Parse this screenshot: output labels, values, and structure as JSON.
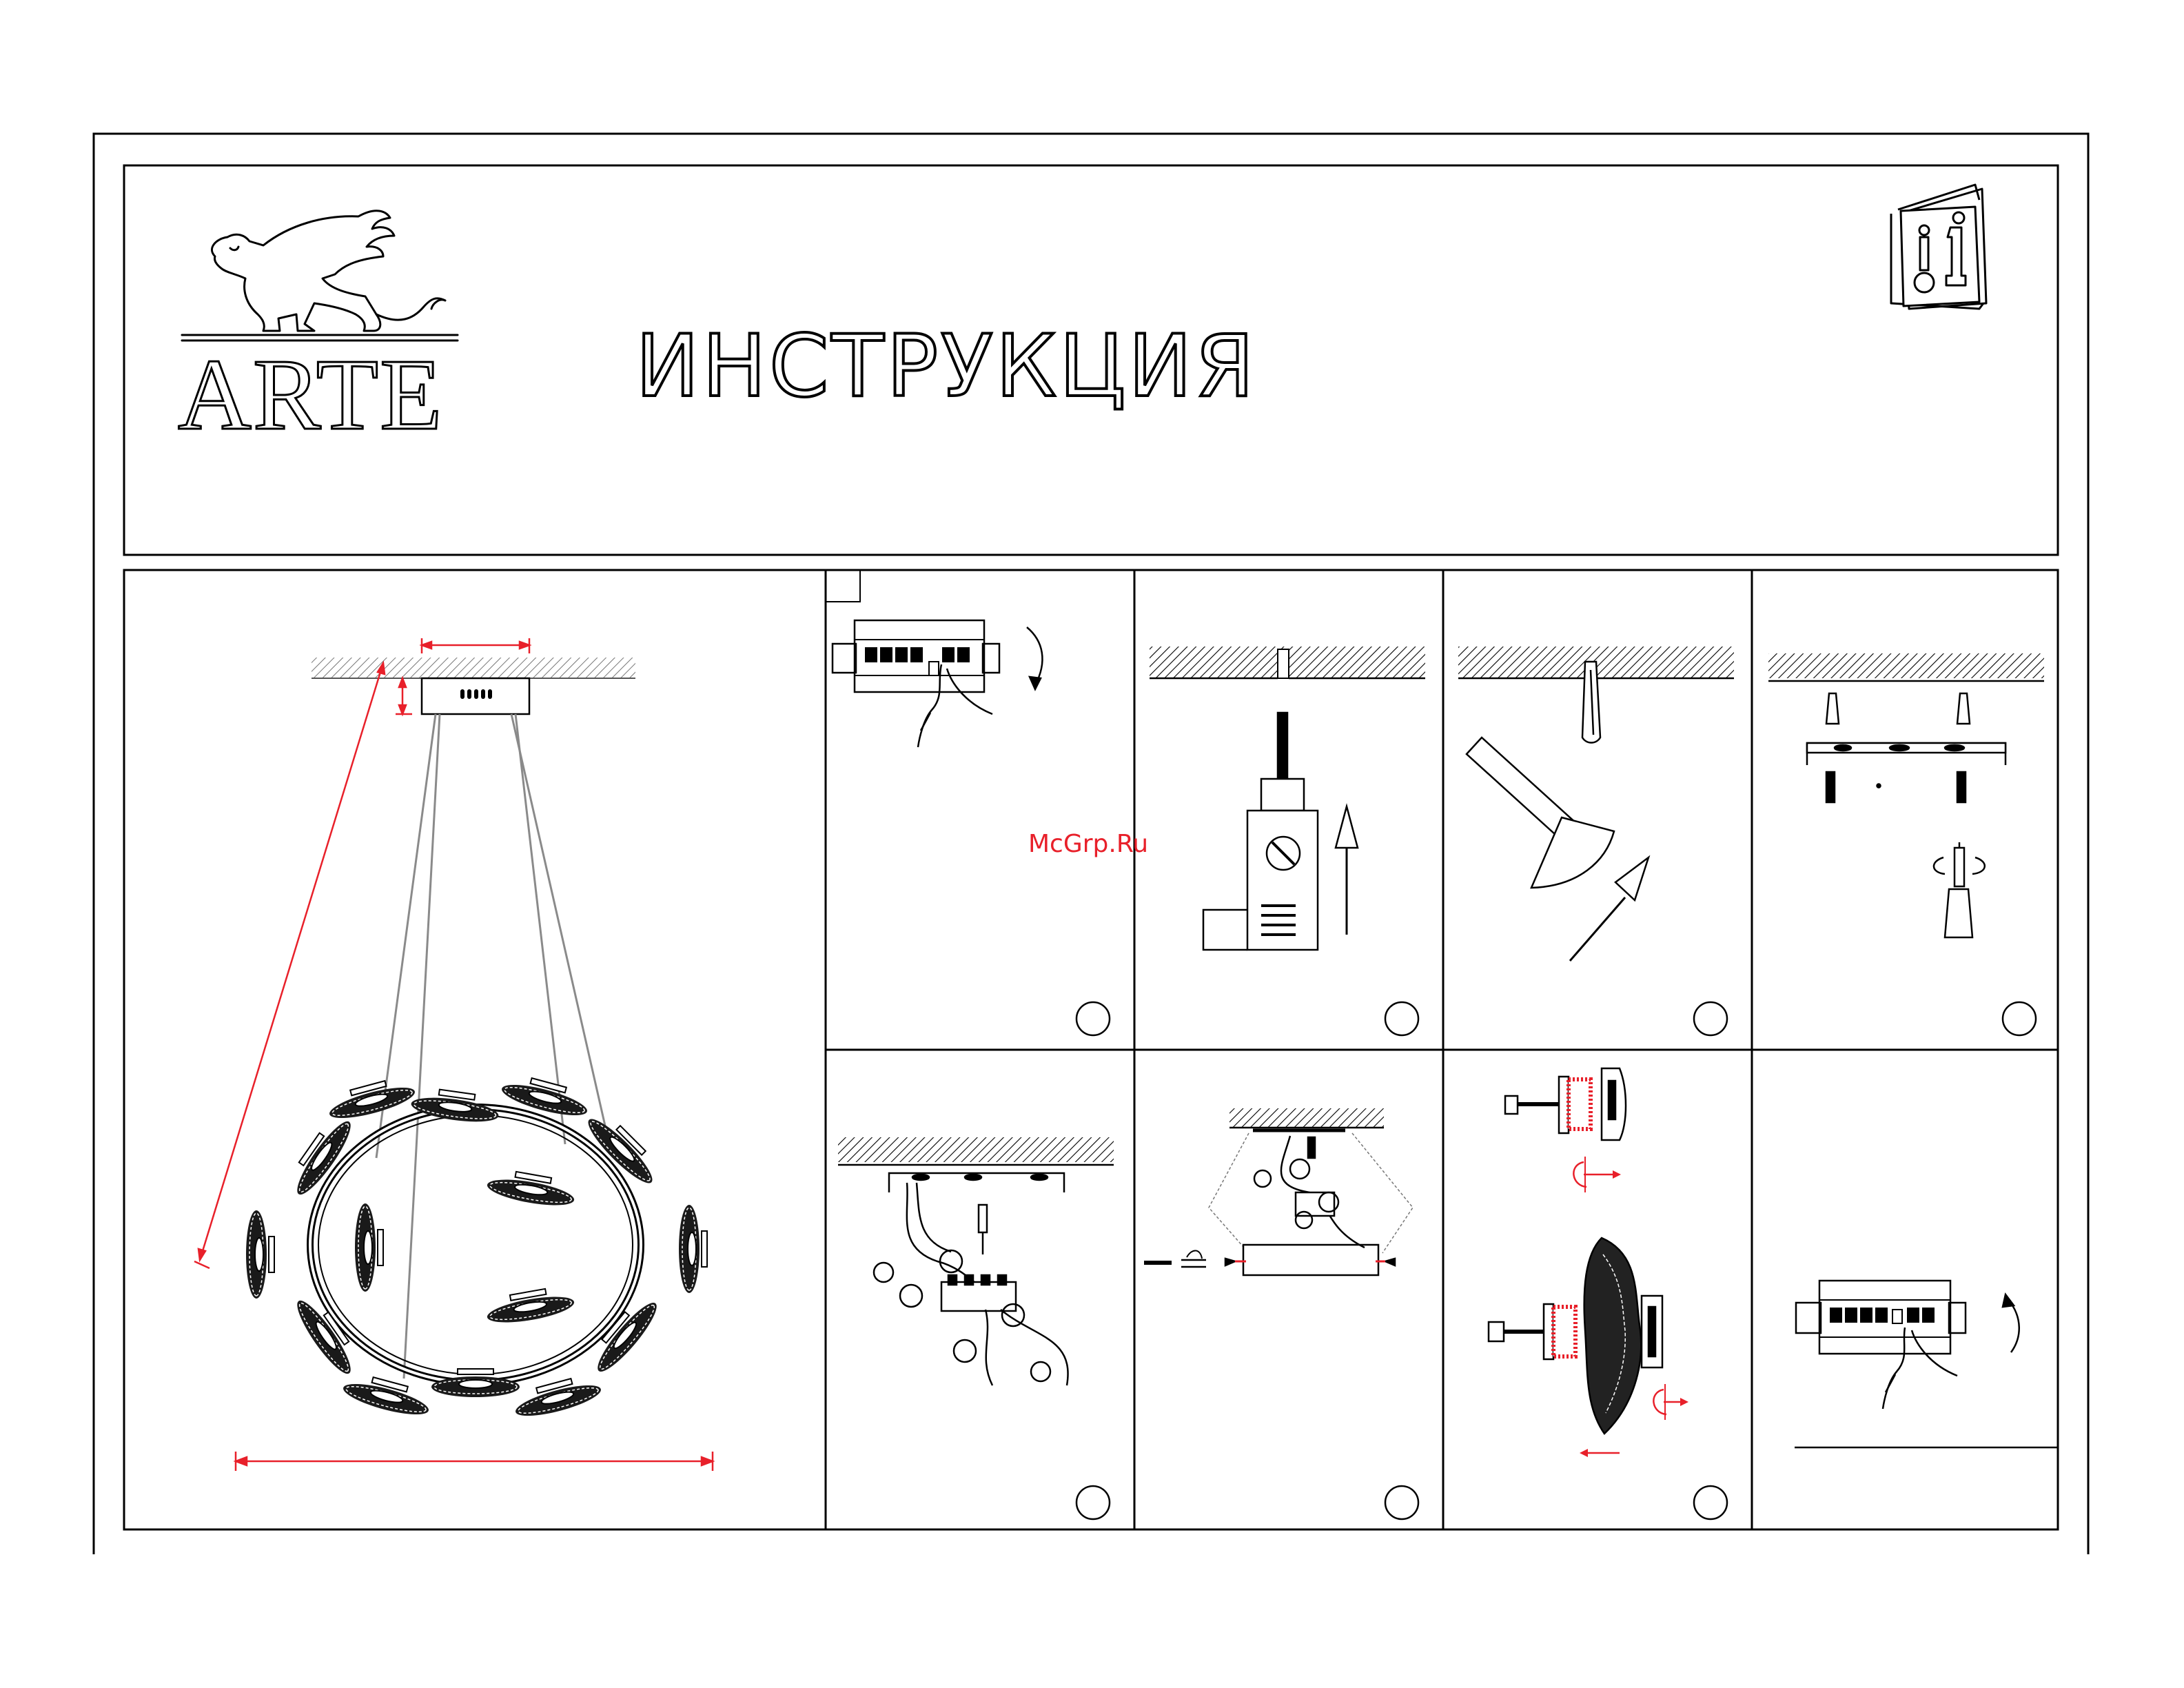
{
  "header": {
    "brand": "ARTE",
    "title": "ИНСТРУКЦИЯ"
  },
  "watermark": "McGrp.Ru",
  "colors": {
    "line": "#000000",
    "dimension": "#e8202a",
    "cable": "#8a8a8a"
  },
  "icons": {
    "manual": "instruction-book-icon"
  }
}
